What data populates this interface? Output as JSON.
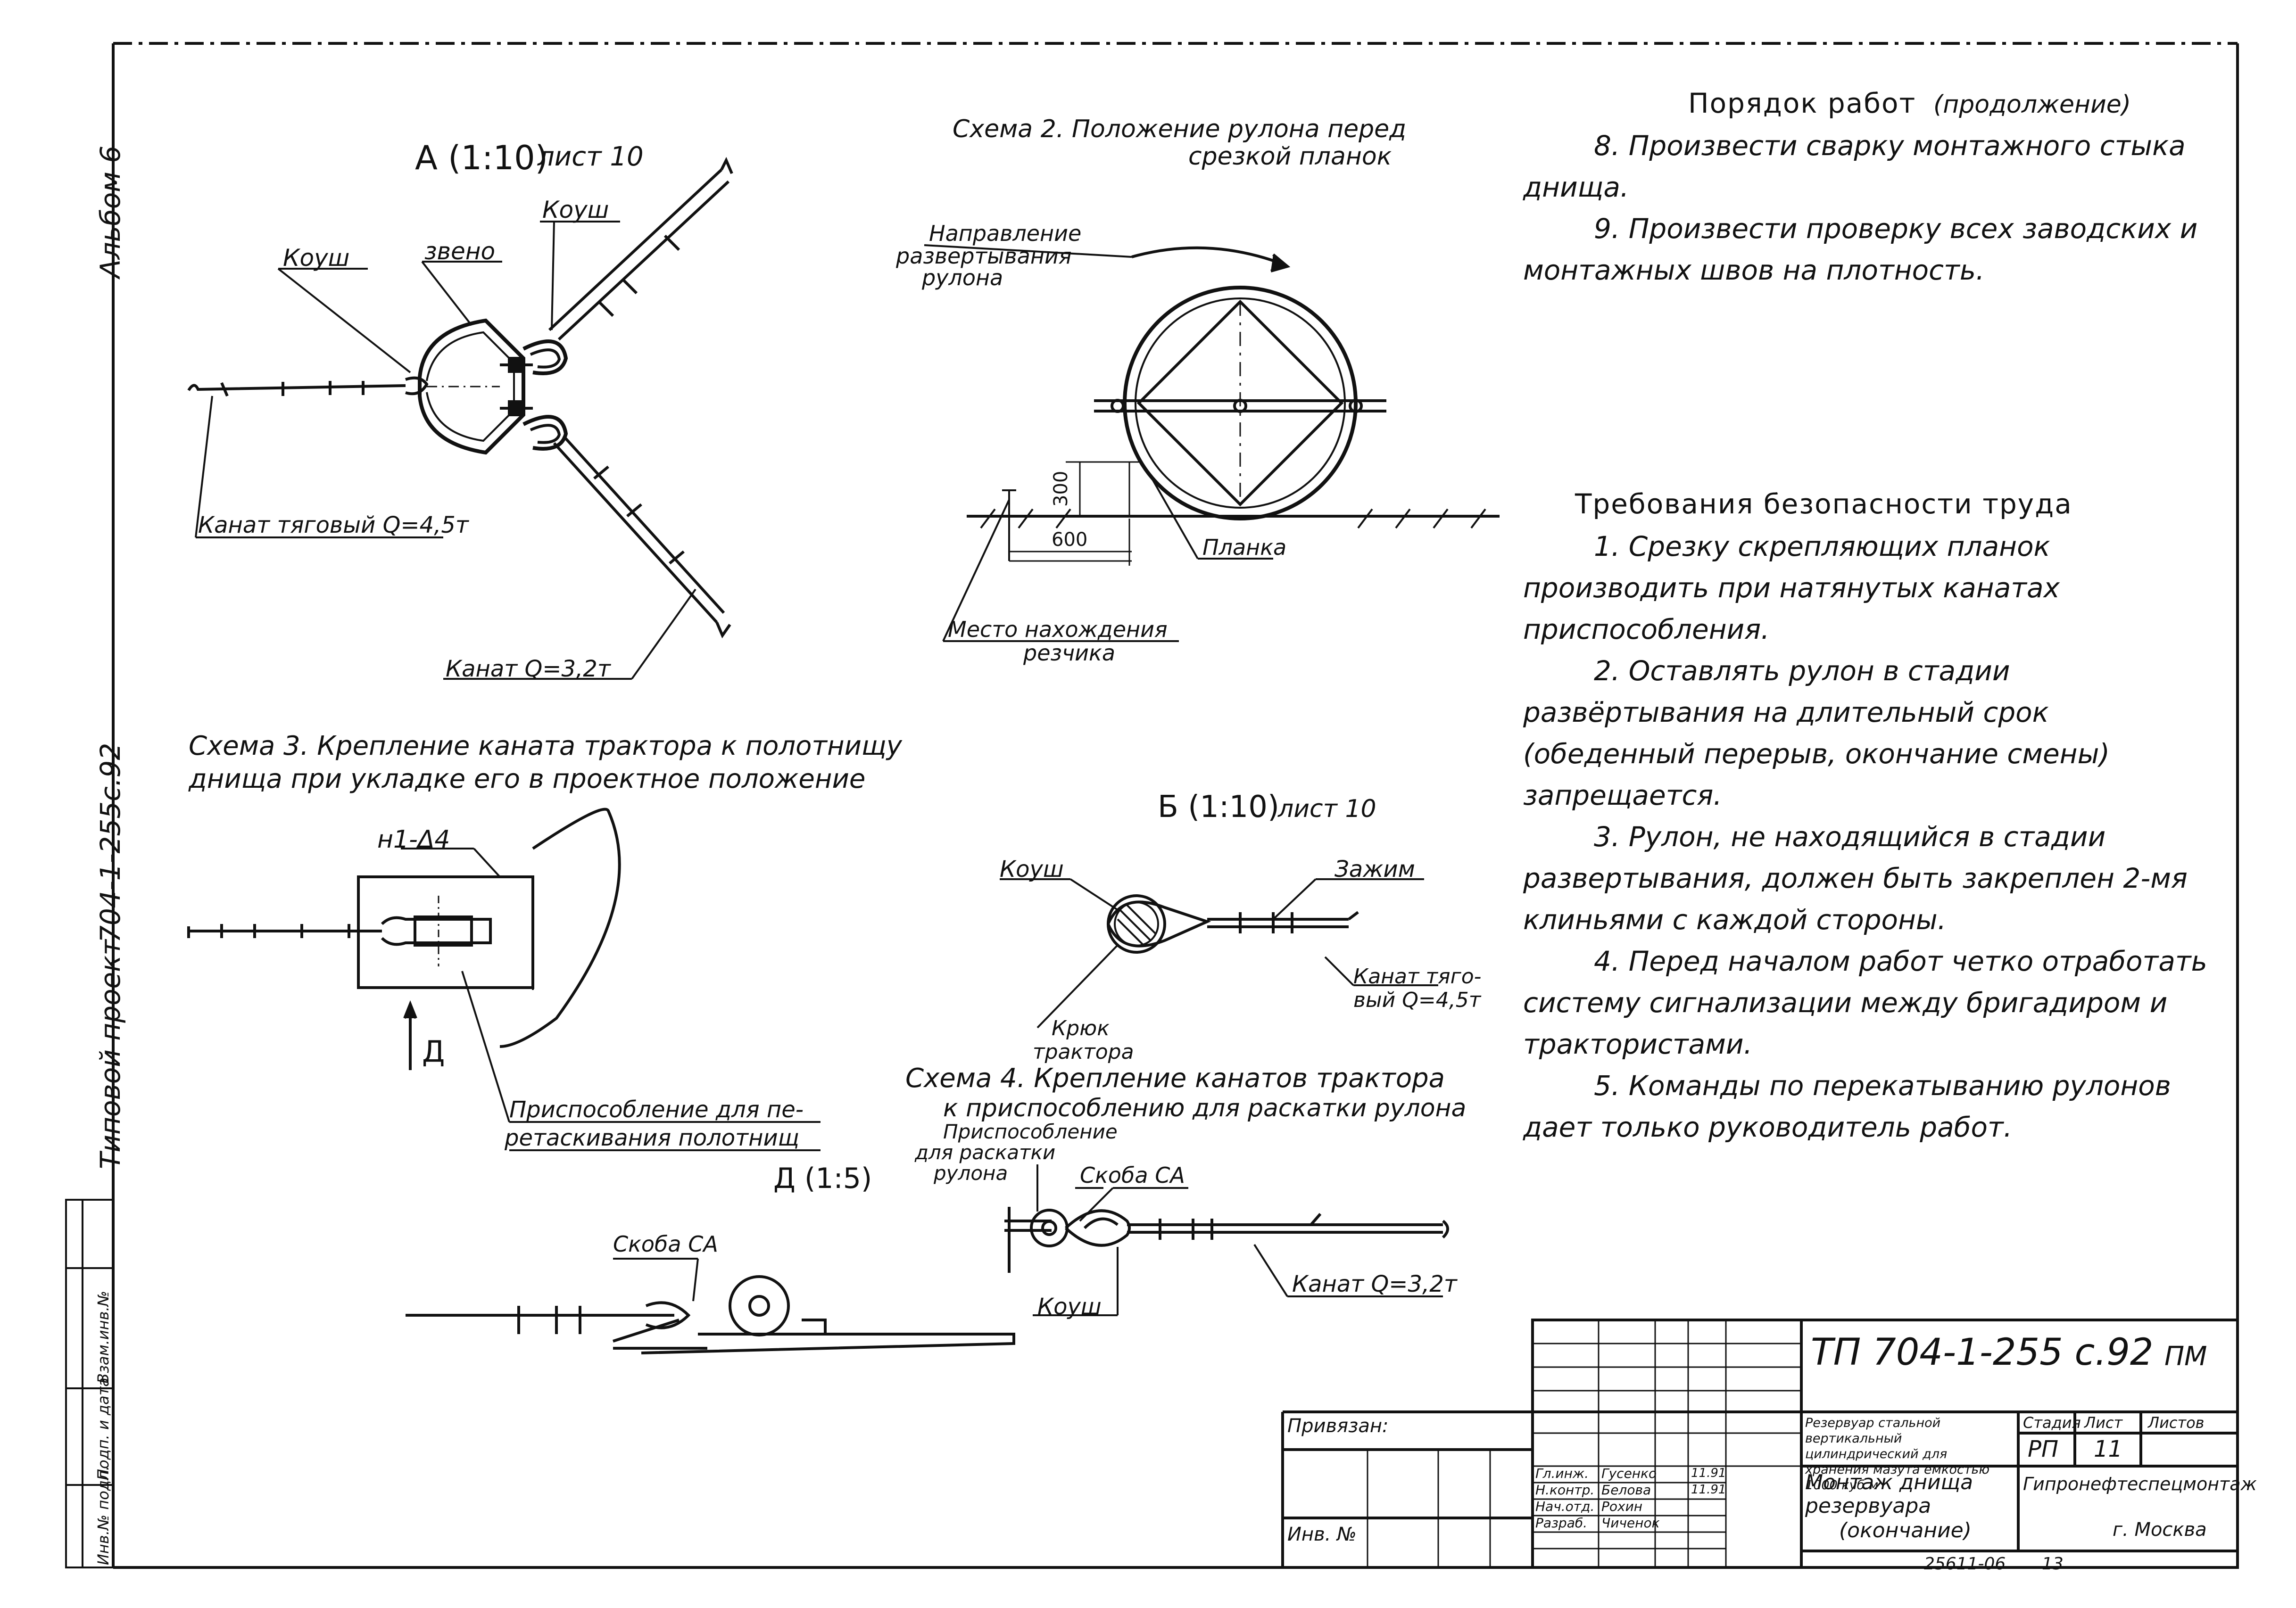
{
  "side": {
    "album": "Альбом 6",
    "project": "Типовой проект",
    "code": "704-1-255с.92",
    "stamp_cols": [
      "Инв.№ подл.",
      "Подп. и дата",
      "Взам.инв.№"
    ]
  },
  "viewA": {
    "title": "А (1:10)",
    "sheet": "лист 10",
    "labels": {
      "koush_top": "Коуш",
      "koush_left": "Коуш",
      "zveno": "звено",
      "kanat_tyag": "Канат тяговый Q=4,5т",
      "kanat_32": "Канат Q=3,2т"
    }
  },
  "scheme2": {
    "title": "Схема 2. Положение рулона перед",
    "title2": "срезкой планок",
    "direction_label": "Направление",
    "direction_label2": "развертывания",
    "direction_label3": "рулона",
    "dim_300": "300",
    "dim_600": "600",
    "planka": "Планка",
    "mesto": "Место нахождения",
    "mesto2": "резчика"
  },
  "notes": {
    "order_title": "Порядок работ",
    "order_cont": "(продолжение)",
    "item8": "8. Произвести сварку монтажного стыка днища.",
    "item9": "9. Произвести проверку всех заводских и монтажных швов на плотность.",
    "safety_title": "Требования безопасности труда",
    "s1": "1. Срезку скрепляющих планок производить при натянутых канатах приспособления.",
    "s2": "2. Оставлять рулон в стадии развёртывания на длительный срок (обеденный перерыв, окончание смены) запрещается.",
    "s3": "3. Рулон, не находящийся в стадии развертывания, должен быть закреплен 2-мя клиньями с каждой стороны.",
    "s4": "4. Перед началом работ четко отработать систему сигнализации между бригадиром и трактористами.",
    "s5": "5. Команды по перекатыванию рулонов дает только руководитель работ."
  },
  "scheme3": {
    "title": "Схема 3. Крепление каната трактора к полотнищу",
    "title2": "днища при укладке его в проектное положение",
    "weld": "н1-Δ4",
    "view_mark": "Д",
    "device": "Приспособление для пе-",
    "device2": "ретаскивания полотнищ"
  },
  "viewB": {
    "title": "Б (1:10)",
    "sheet": "лист 10",
    "koush": "Коуш",
    "zazhim": "Зажим",
    "kanat": "Канат тяго-",
    "kanat2": "вый Q=4,5т",
    "kryuk": "Крюк",
    "kryuk2": "трактора"
  },
  "scheme4": {
    "title": "Схема 4. Крепление канатов трактора",
    "title2": "к приспособлению для раскатки рулона",
    "device": "Приспособление",
    "device2": "для раскатки",
    "device3": "рулона",
    "skoba": "Скоба СА",
    "kanat": "Канат Q=3,2т",
    "koush": "Коуш"
  },
  "viewD": {
    "title": "Д (1:5)",
    "skoba": "Скоба СА"
  },
  "title_block": {
    "doc_code": "ТП 704-1-255 с.92",
    "stage_code": "ПМ",
    "privyazan": "Привязан:",
    "inv": "Инв. №",
    "object": "Резервуар стальной вертикальный цилиндрический для хранения мазута емкостью 1000 куб.м",
    "sheet_title": "Монтаж днища резервуара",
    "sheet_title2": "(окончание)",
    "stage_hdr": "Стадия",
    "list_hdr": "Лист",
    "lists_hdr": "Листов",
    "stage": "РП",
    "list": "11",
    "org": "Гипронефтеспецмонтаж",
    "city": "г. Москва",
    "roles": [
      "Гл.инж.",
      "Н.контр.",
      "Нач.отд.",
      "Разраб."
    ],
    "names": [
      "Гусенко",
      "Белова",
      "Рохин",
      "Чиченок"
    ],
    "dates": [
      "11.91",
      "11.91",
      "",
      ""
    ],
    "bottom_code": "25611-06",
    "bottom_num": "13"
  }
}
